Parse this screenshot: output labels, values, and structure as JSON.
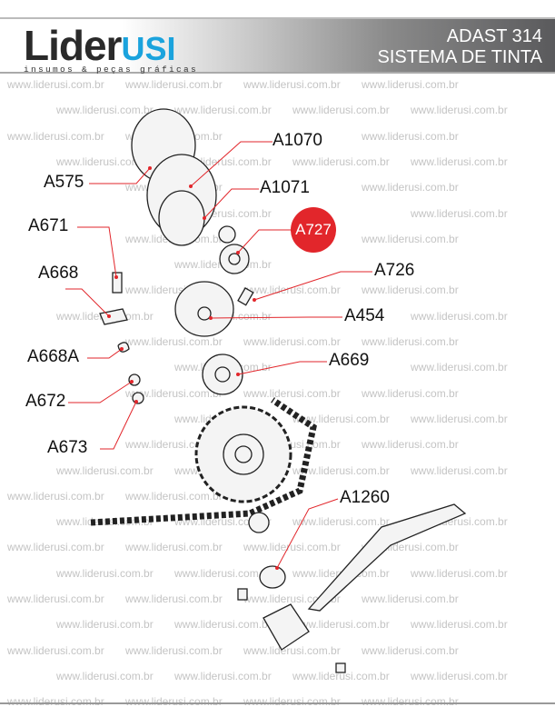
{
  "brand": {
    "name_dark": "Lider",
    "name_blue": "USI",
    "tagline": "insumos & peças gráficas"
  },
  "header": {
    "model": "ADAST 314",
    "section": "SISTEMA DE TINTA"
  },
  "watermark": "www.liderusi.com.br",
  "colors": {
    "accent_red": "#e2262b",
    "brand_blue": "#1ba3dd",
    "leader": "#e2262b"
  },
  "parts": {
    "A1070": "A1070",
    "A575": "A575",
    "A1071": "A1071",
    "A727": "A727",
    "A671": "A671",
    "A668": "A668",
    "A726": "A726",
    "A454": "A454",
    "A668A": "A668A",
    "A669": "A669",
    "A672": "A672",
    "A673": "A673",
    "A1260": "A1260"
  }
}
